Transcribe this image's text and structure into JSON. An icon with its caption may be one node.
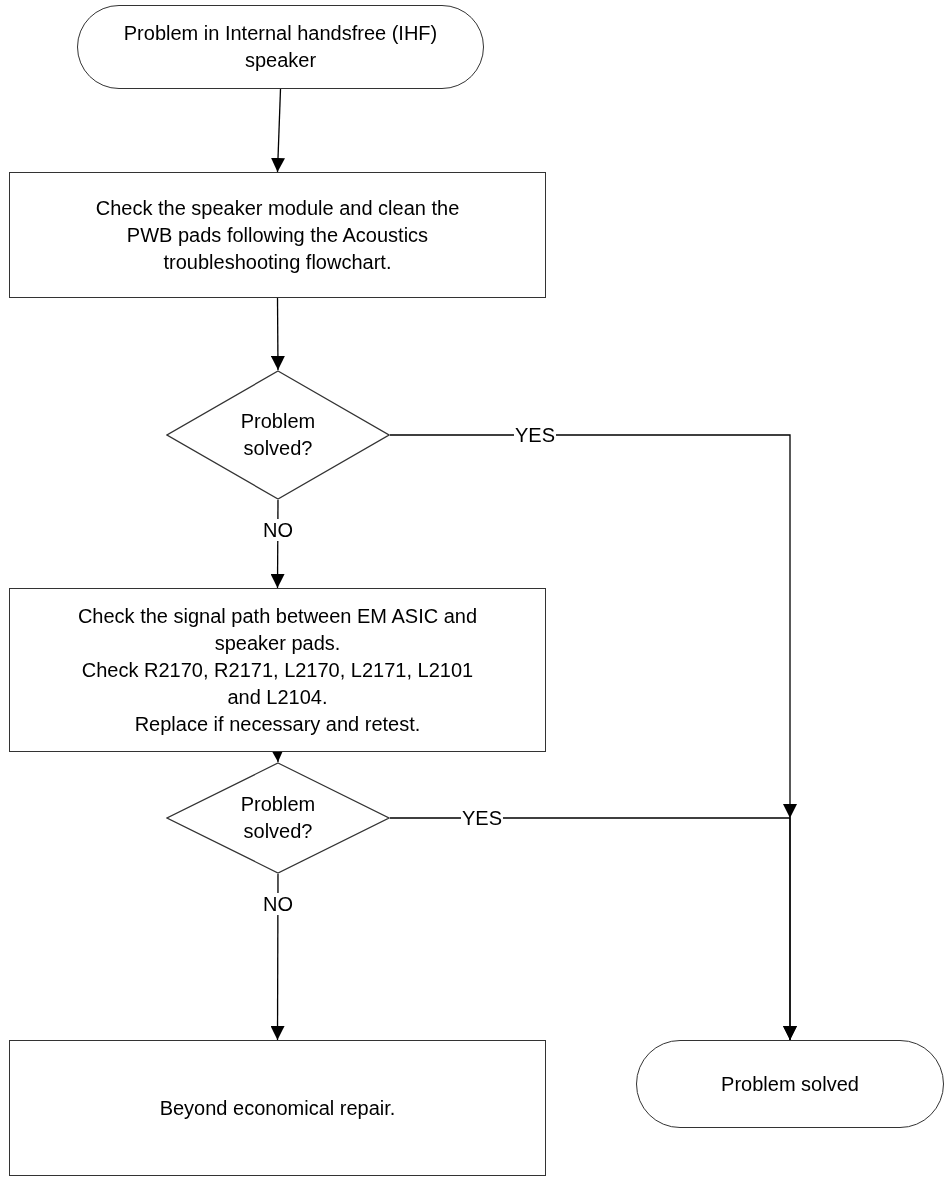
{
  "diagram": {
    "nodes": [
      {
        "text": [
          "Problem in Internal handsfree (IHF) speaker"
        ]
      },
      {
        "text": [
          "Check the speaker module and clean the PWB pads following the Acoustics troubleshooting flowchart."
        ]
      },
      {
        "text": [
          "Problem solved?"
        ]
      },
      {
        "text": [
          "Check the signal path between EM ASIC and speaker pads.",
          "Check R2170, R2171, L2170, L2171, L2101 and L2104.",
          "Replace if necessary and retest."
        ]
      },
      {
        "text": [
          "Problem solved?"
        ]
      },
      {
        "text": [
          "Beyond economical repair."
        ]
      },
      {
        "text": [
          "Problem solved"
        ]
      }
    ],
    "edges": [
      {
        "from": 0,
        "to": 1,
        "arrow": "to"
      },
      {
        "from": 1,
        "to": 2,
        "arrow": "to"
      },
      {
        "from": 2,
        "to": 3,
        "arrow": "to",
        "label": "NO"
      },
      {
        "from": 2,
        "to": 6,
        "arrow": "to",
        "label": "YES"
      },
      {
        "from": 3,
        "to": 4,
        "arrow": "to"
      },
      {
        "from": 4,
        "to": 5,
        "arrow": "to",
        "label": "NO"
      },
      {
        "from": 4,
        "to": 6,
        "arrow": "to",
        "label": "YES"
      }
    ]
  }
}
